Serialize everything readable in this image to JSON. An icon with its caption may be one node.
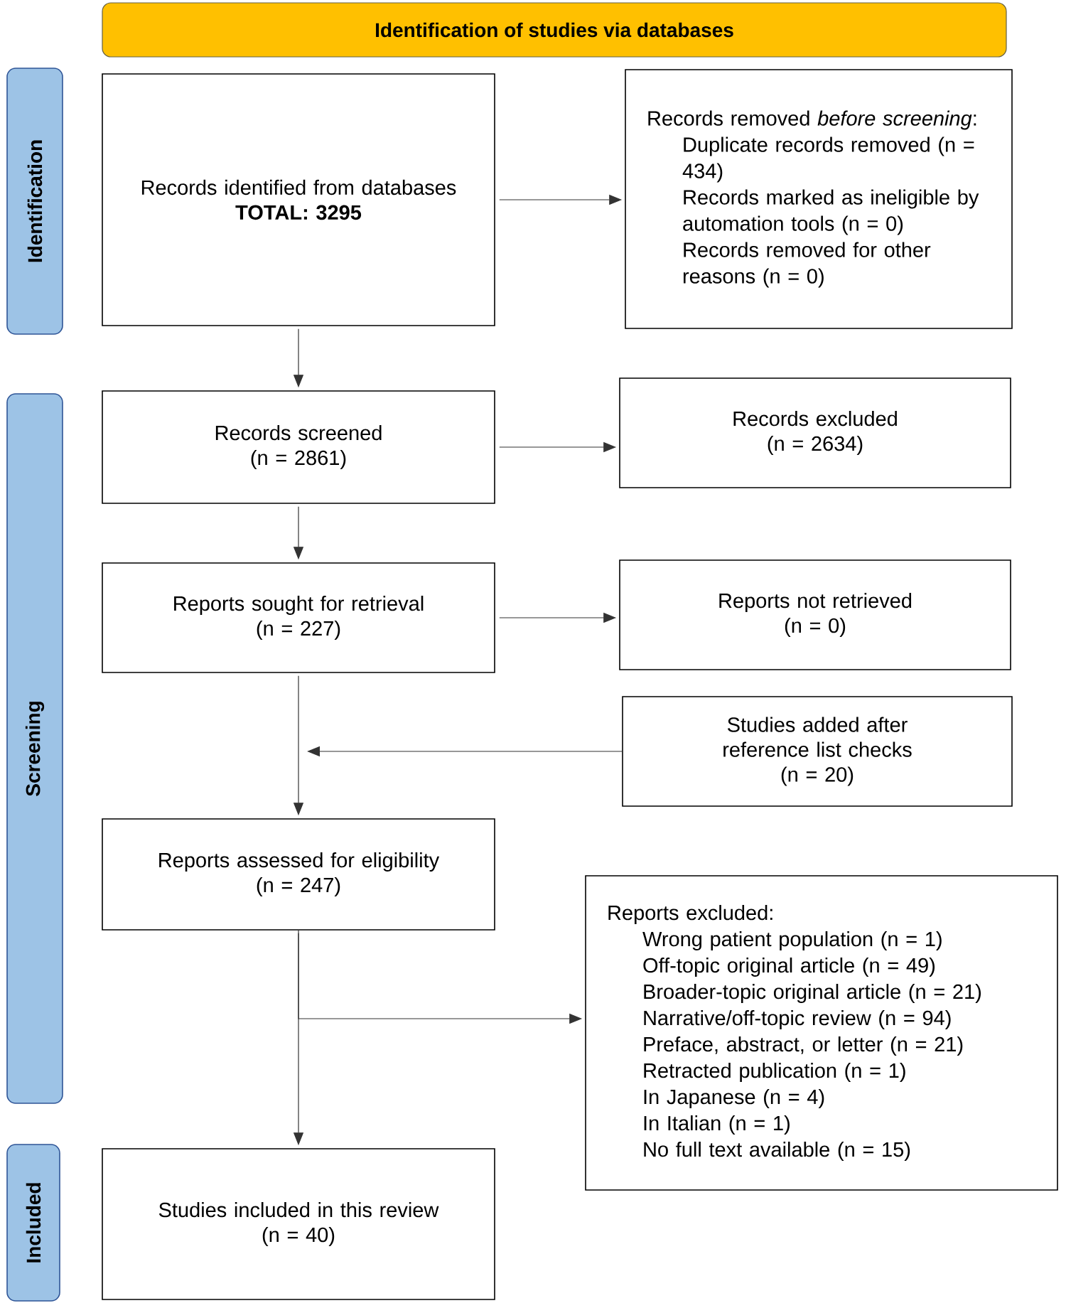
{
  "diagram": {
    "nodes": [
      {
        "text": [
          "Identification of studies via databases"
        ]
      },
      {
        "text": [
          "Identification"
        ]
      },
      {
        "text": [
          "Screening"
        ]
      },
      {
        "text": [
          "Included"
        ]
      },
      {
        "text": [
          "Records identified from databases",
          "TOTAL: 3295"
        ]
      },
      {
        "text": [
          "Records removed *before screening*:",
          "Duplicate records removed (n = 434)",
          "Records marked as ineligible by automation tools (n = 0)",
          "Records removed for other reasons (n = 0)"
        ]
      },
      {
        "text": [
          "Records screened",
          "(n = 2861)"
        ]
      },
      {
        "text": [
          "Records excluded",
          "(n = 2634)"
        ]
      },
      {
        "text": [
          "Reports sought for retrieval",
          "(n = 227)"
        ]
      },
      {
        "text": [
          "Reports not retrieved",
          "(n = 0)"
        ]
      },
      {
        "text": [
          "Studies added after reference list checks",
          "(n = 20)"
        ]
      },
      {
        "text": [
          "Reports assessed for eligibility",
          "(n = 247)"
        ]
      },
      {
        "text": [
          "Reports excluded:",
          "Wrong patient population (n = 1)",
          "Off-topic original article (n = 49)",
          "Broader-topic original article (n = 21)",
          "Narrative/off-topic review (n = 94)",
          "Preface, abstract, or letter (n = 21)",
          "Retracted publication (n = 1)",
          "In Japanese (n = 4)",
          "In Italian (n = 1)",
          "No full text available (n = 15)"
        ]
      },
      {
        "text": [
          "Studies included in this review",
          "(n = 40)"
        ]
      }
    ],
    "edges": [
      {
        "from": 4,
        "to": 5,
        "arrow": "to"
      },
      {
        "from": 4,
        "to": 6,
        "arrow": "to"
      },
      {
        "from": 6,
        "to": 7,
        "arrow": "to"
      },
      {
        "from": 6,
        "to": 8,
        "arrow": "to"
      },
      {
        "from": 8,
        "to": 9,
        "arrow": "to"
      },
      {
        "from": 8,
        "to": 11,
        "arrow": "to"
      },
      {
        "from": 10,
        "to": 11,
        "arrow": "to"
      },
      {
        "from": 11,
        "to": 12,
        "arrow": "to"
      },
      {
        "from": 11,
        "to": 13,
        "arrow": "to"
      }
    ]
  }
}
